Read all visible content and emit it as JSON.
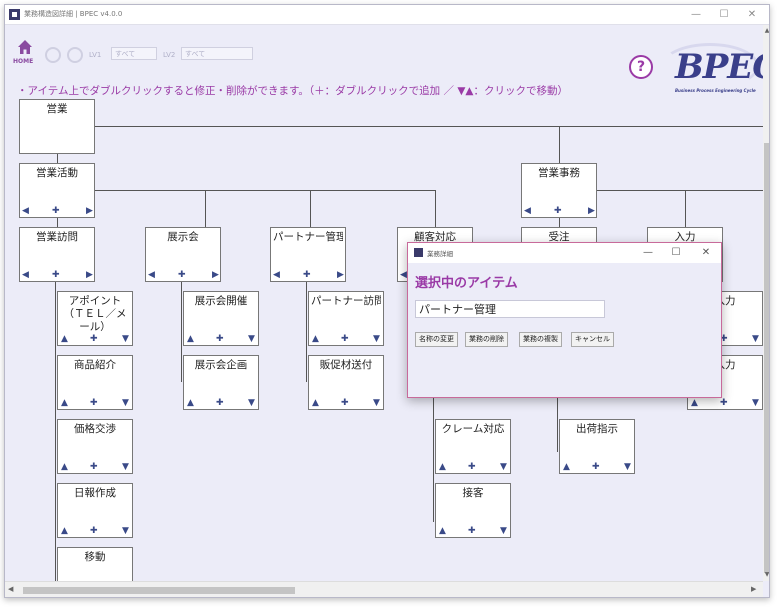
{
  "window": {
    "title": "業務構造図詳細 | BPEC v4.0.0",
    "minimize": "—",
    "maximize": "☐",
    "close": "✕"
  },
  "toolbar": {
    "home_label": "HOME",
    "level_from_label": "LV1",
    "level_from_value": "すべて",
    "level_to_label": "LV2",
    "level_to_value": "すべて",
    "help_label": "?",
    "logo_text": "BPEC",
    "logo_tagline": "Business Process Engineering Cycle"
  },
  "instruction": "・アイテム上でダブルクリックすると修正・削除ができます。（＋：ダブルクリックで追加 ／ ▼▲：クリックで移動）",
  "nodes": [
    {
      "id": "n0",
      "label": "営業",
      "controls": "none"
    },
    {
      "id": "n1",
      "label": "営業活動",
      "controls": "horizontal"
    },
    {
      "id": "n2",
      "label": "営業事務",
      "controls": "horizontal"
    },
    {
      "id": "n3",
      "label": "営業訪問",
      "controls": "horizontal"
    },
    {
      "id": "n4",
      "label": "展示会",
      "controls": "horizontal"
    },
    {
      "id": "n5",
      "label": "パートナー管理",
      "controls": "horizontal"
    },
    {
      "id": "n6",
      "label": "顧客対応",
      "controls": "horizontal"
    },
    {
      "id": "n7",
      "label": "受注",
      "controls": "horizontal"
    },
    {
      "id": "n8",
      "label": "入力",
      "controls": "horizontal"
    },
    {
      "id": "n9",
      "label": "アポイント（ＴＥＬ／メール）",
      "controls": "vertical"
    },
    {
      "id": "n10",
      "label": "商品紹介",
      "controls": "vertical"
    },
    {
      "id": "n11",
      "label": "価格交渉",
      "controls": "vertical"
    },
    {
      "id": "n12",
      "label": "日報作成",
      "controls": "vertical"
    },
    {
      "id": "n13",
      "label": "移動",
      "controls": "none"
    },
    {
      "id": "n14",
      "label": "展示会開催",
      "controls": "vertical"
    },
    {
      "id": "n15",
      "label": "展示会企画",
      "controls": "vertical"
    },
    {
      "id": "n16",
      "label": "パートナー訪問",
      "controls": "vertical"
    },
    {
      "id": "n17",
      "label": "販促材送付",
      "controls": "vertical"
    },
    {
      "id": "n18",
      "label": "クレーム対応",
      "controls": "vertical"
    },
    {
      "id": "n19",
      "label": "接客",
      "controls": "vertical"
    },
    {
      "id": "n20",
      "label": "出荷指示",
      "controls": "vertical"
    },
    {
      "id": "n21",
      "label": "入力",
      "controls": "vertical"
    },
    {
      "id": "n22",
      "label": "入力",
      "controls": "vertical"
    }
  ],
  "controls": {
    "left": "◀",
    "add": "✚",
    "right": "▶",
    "up": "▲",
    "down": "▼"
  },
  "scroll": {
    "up": "▲",
    "down": "▼",
    "left": "◀",
    "right": "▶"
  },
  "dialog": {
    "title": "業務詳細",
    "heading": "選択中のアイテム",
    "name_value": "パートナー管理",
    "buttons": {
      "rename": "名称の変更",
      "delete": "業務の削除",
      "copy": "業務の複製",
      "cancel": "キャンセル"
    },
    "minimize": "—",
    "maximize": "☐",
    "close": "✕"
  }
}
